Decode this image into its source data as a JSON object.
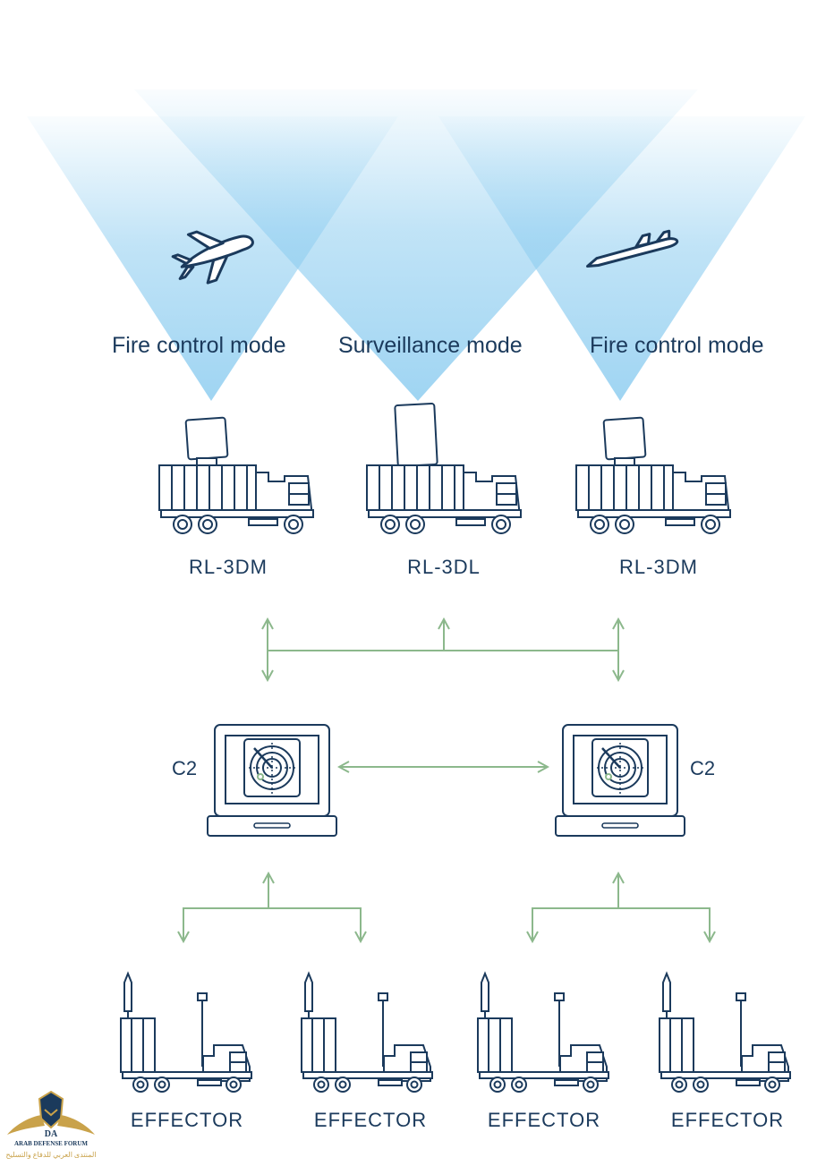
{
  "modes": [
    {
      "label": "Fire control mode"
    },
    {
      "label": "Surveillance mode"
    },
    {
      "label": "Fire control mode"
    }
  ],
  "radars": [
    {
      "name": "RL-3DM"
    },
    {
      "name": "RL-3DL"
    },
    {
      "name": "RL-3DM"
    }
  ],
  "c2": [
    {
      "label": "C2"
    },
    {
      "label": "C2"
    }
  ],
  "effectors": [
    {
      "label": "EFFECTOR"
    },
    {
      "label": "EFFECTOR"
    },
    {
      "label": "EFFECTOR"
    },
    {
      "label": "EFFECTOR"
    }
  ],
  "watermark": {
    "mark": "DA",
    "name": "ARAB DEFENSE FORUM",
    "subtitle": "المنتدى العربي للدفاع والتسليح"
  },
  "colors": {
    "primary": "#1b3a5c",
    "link_green": "#8cb88c",
    "beam_blue": "#8ecdf0",
    "logo_gold": "#c9a24a"
  },
  "icons": [
    "fighter-jet-icon",
    "cruise-missile-icon",
    "radar-truck-icon",
    "laptop-radar-icon",
    "launcher-truck-icon"
  ]
}
